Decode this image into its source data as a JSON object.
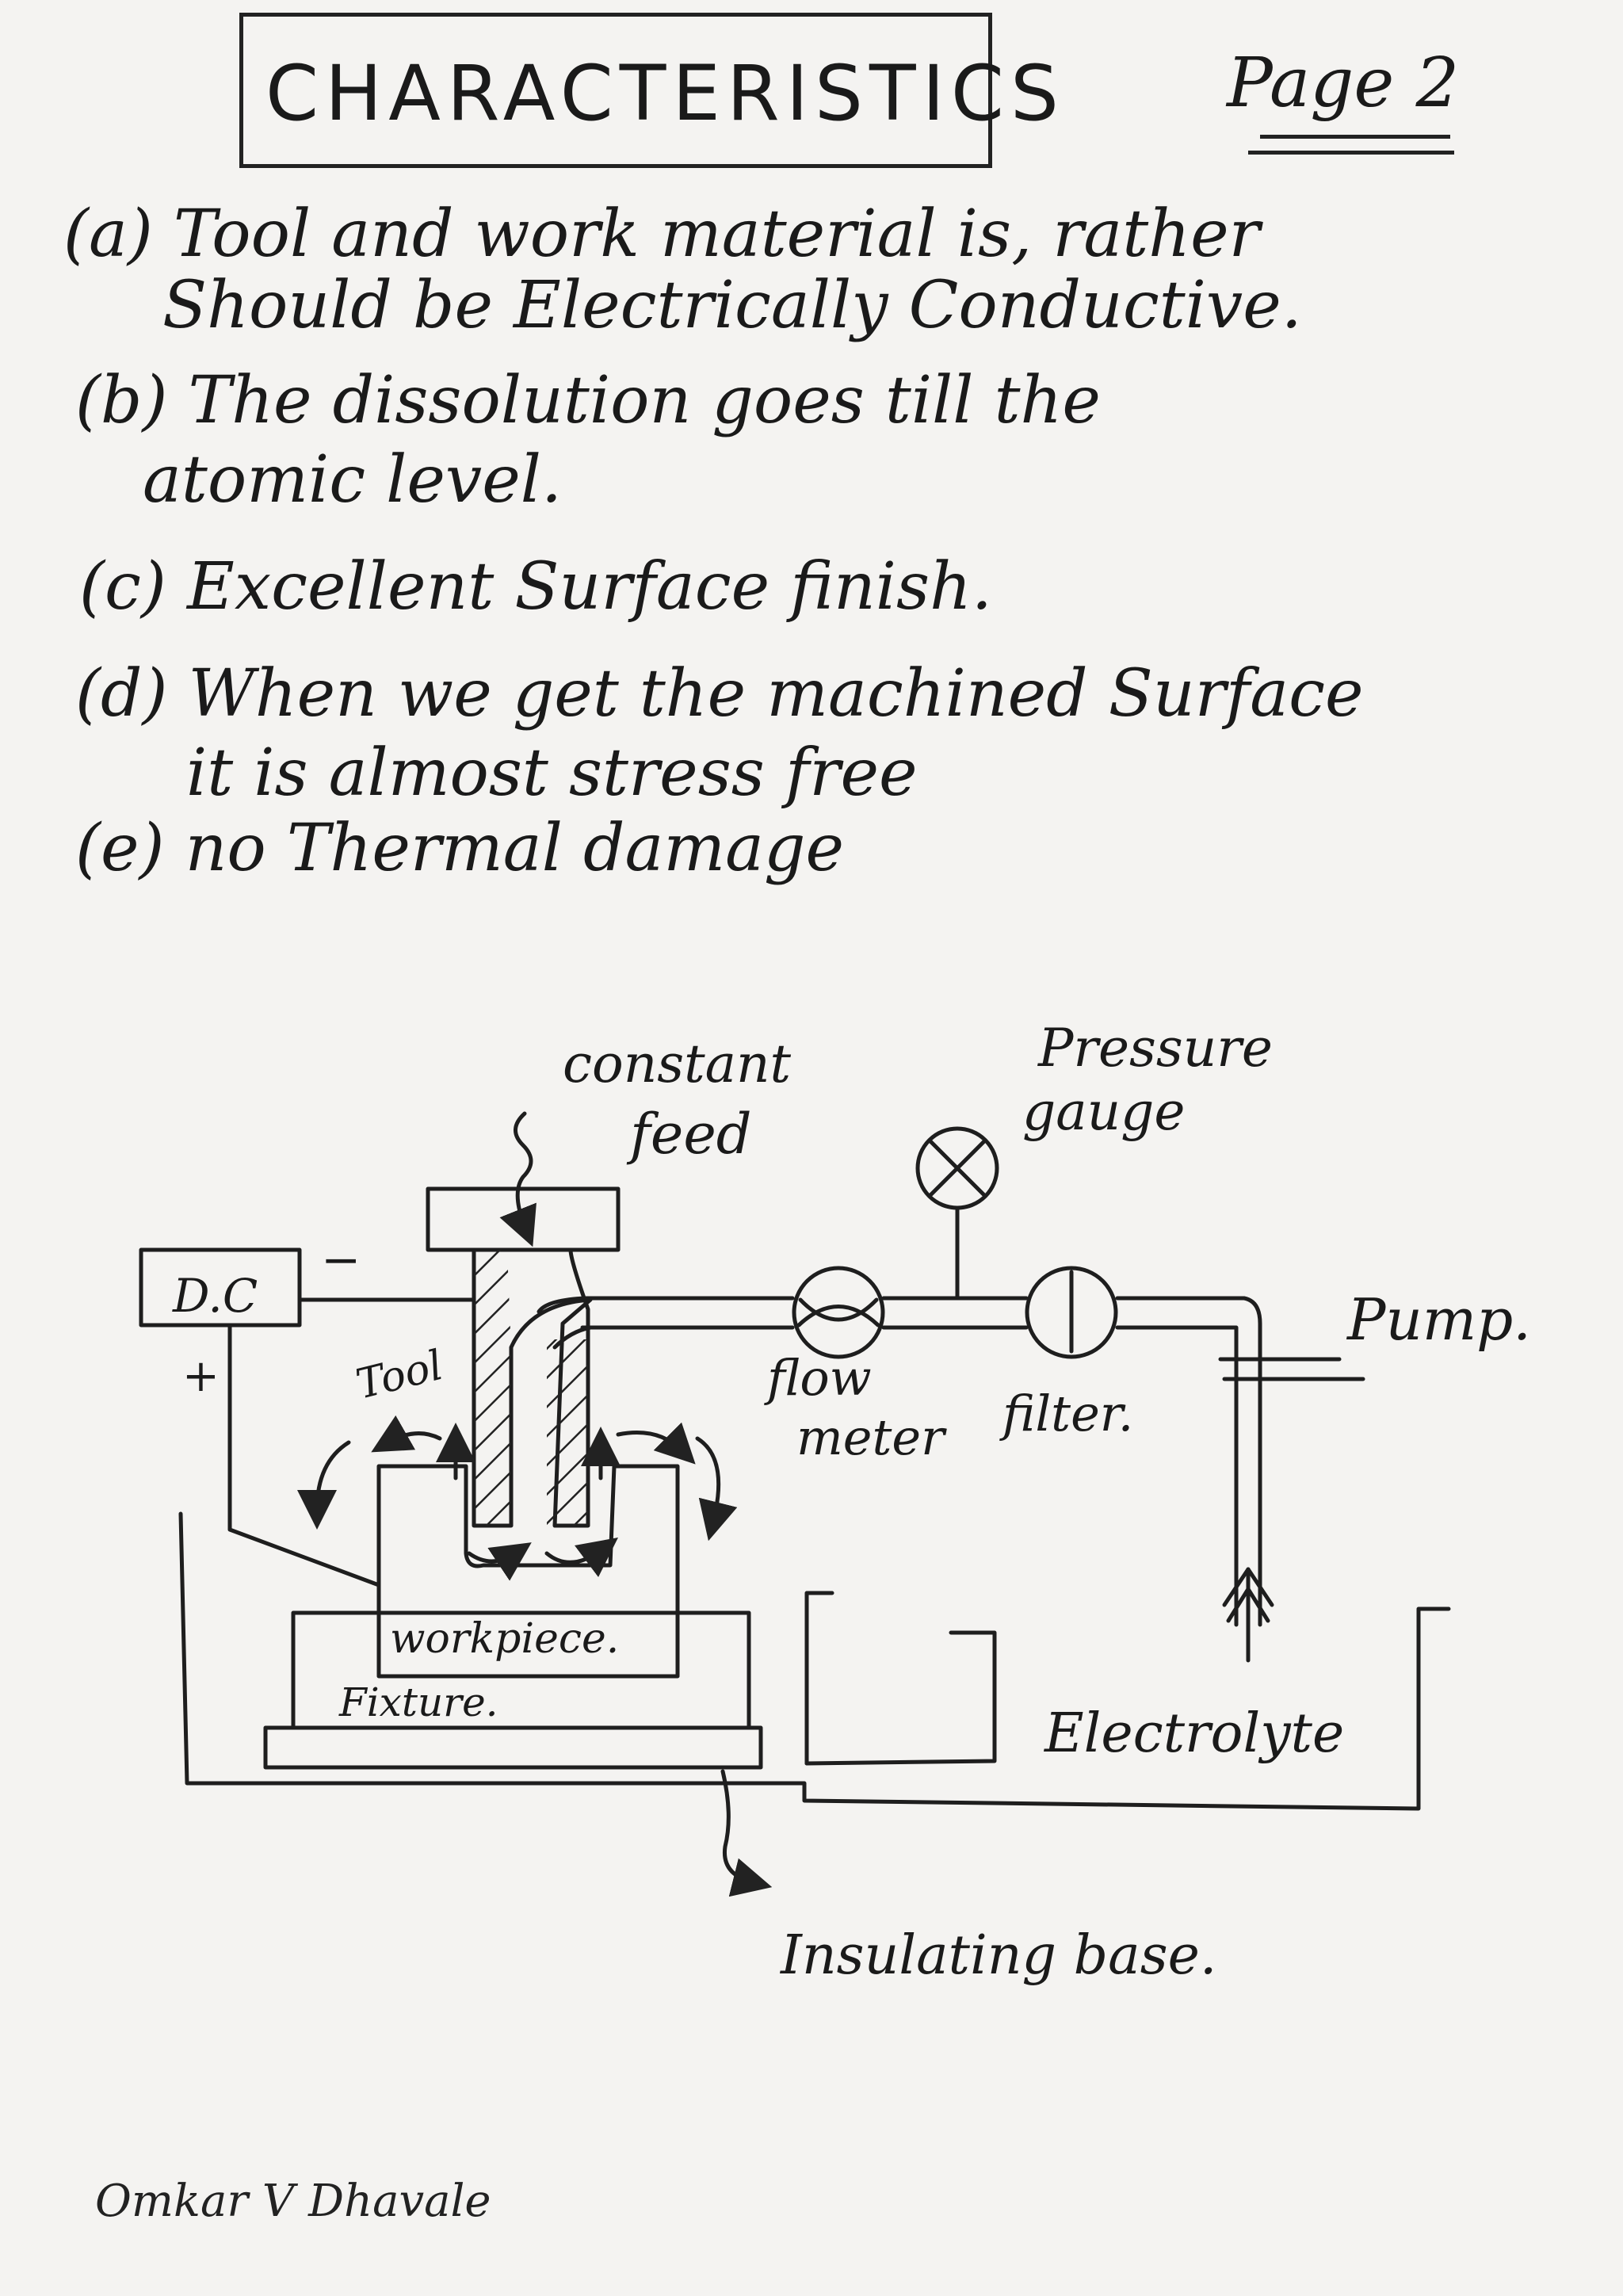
{
  "header": {
    "title": "CHARACTERISTICS",
    "page_label": "Page 2"
  },
  "characteristics": [
    {
      "line1": "(a) Tool and work material is, rather",
      "line2": "Should be Electrically Conductive."
    },
    {
      "line1": "(b) The dissolution goes till the",
      "line2": "atomic level."
    },
    {
      "line1": "(c) Excellent Surface finish.",
      "line2": ""
    },
    {
      "line1": "(d) When we get the machined Surface",
      "line2": "it is almost stress free"
    },
    {
      "line1": "(e) no Thermal damage",
      "line2": ""
    }
  ],
  "diagram": {
    "constant_feed": [
      "constant",
      "feed"
    ],
    "pressure_gauge": [
      "Pressure",
      "gauge"
    ],
    "dc": "D.C",
    "minus": "−",
    "plus": "+",
    "tool": "Tool",
    "flow_meter": [
      "flow",
      "meter"
    ],
    "filter": "filter.",
    "pump": "Pump.",
    "workpiece": "workpiece.",
    "fixture": "Fixture.",
    "electrolyte": "Electrolyte",
    "insulating_base": "Insulating base."
  },
  "author": "Omkar V Dhavale"
}
